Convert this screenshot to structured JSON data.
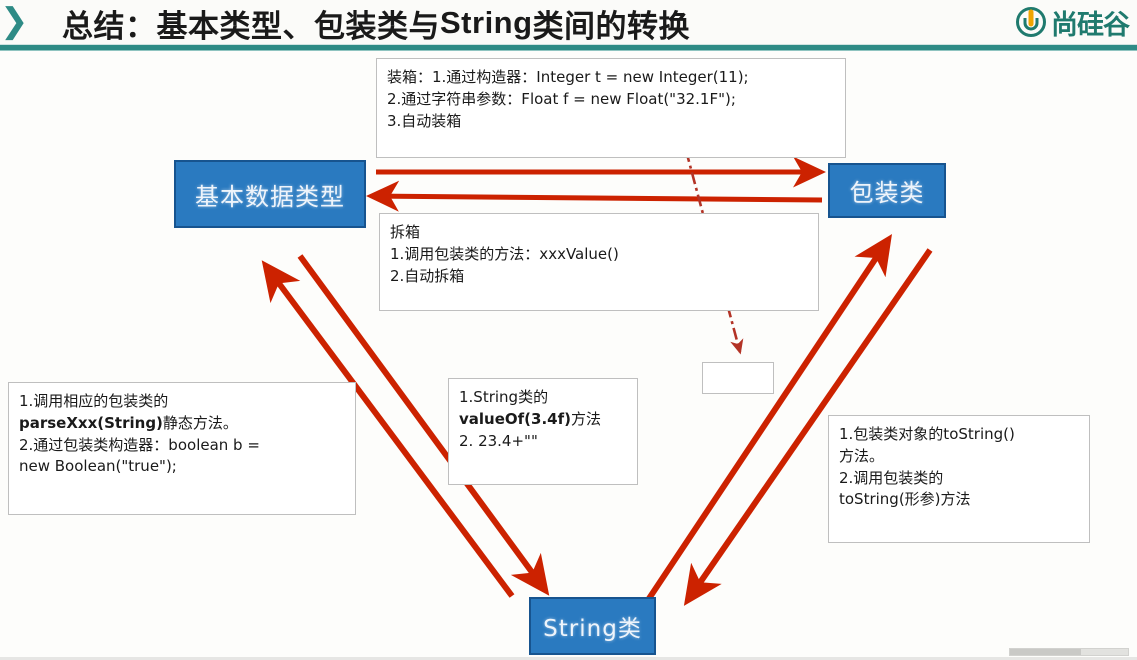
{
  "header": {
    "chevron_icon": "chevron-right-icon",
    "title_prefix": "总结：基本类型、包装类与",
    "title_code": "String",
    "title_suffix": "类间的转换",
    "logo_text": "尚硅谷",
    "logo_mark_icon": "u-logo-icon"
  },
  "nodes": {
    "primitive": "基本数据类型",
    "wrapper": "包装类",
    "string": "String类"
  },
  "callouts": {
    "boxing": {
      "line1": "装箱：1.通过构造器：Integer t = new Integer(11);",
      "line2": "2.通过字符串参数：Float f = new Float(\"32.1F\");",
      "line3": "3.自动装箱"
    },
    "unboxing": {
      "line1": "拆箱",
      "line2": "1.调用包装类的方法：xxxValue()",
      "line3": "2.自动拆箱"
    },
    "parse": {
      "line1": "1.调用相应的包装类的",
      "line2_bold": "parseXxx(String)",
      "line2_rest": "静态方法。",
      "line3": "2.通过包装类构造器：boolean b =",
      "line4": "new Boolean(\"true\");"
    },
    "valueof": {
      "line1": "1.String类的",
      "line2_bold": "valueOf(3.4f)",
      "line2_rest": "方法",
      "line3": "2. 23.4+\"\""
    },
    "tostring": {
      "line1": "1.包装类对象的toString()",
      "line2": "方法。",
      "line3": "2.调用包装类的",
      "line4": "toString(形参)方法"
    },
    "empty": {
      "text": ""
    }
  },
  "colors": {
    "node_fill": "#2a7ac0",
    "node_border": "#17548f",
    "arrow_red": "#cc2200",
    "dashdot_red": "#b33326",
    "header_teal": "#2e8b86",
    "logo_green": "#1f7a6e",
    "logo_orange": "#f0a500"
  },
  "arrows": [
    {
      "name": "primitive-to-wrapper",
      "label": "装箱",
      "from": "基本数据类型",
      "to": "包装类",
      "style": "solid"
    },
    {
      "name": "wrapper-to-primitive",
      "label": "拆箱",
      "from": "包装类",
      "to": "基本数据类型",
      "style": "solid"
    },
    {
      "name": "string-to-primitive",
      "label": "parseXxx",
      "from": "String类",
      "to": "基本数据类型",
      "style": "solid"
    },
    {
      "name": "primitive-to-string",
      "label": "valueOf",
      "from": "基本数据类型",
      "to": "String类",
      "style": "solid"
    },
    {
      "name": "string-to-wrapper",
      "label": "包装类构造器",
      "from": "String类",
      "to": "包装类",
      "style": "solid"
    },
    {
      "name": "wrapper-to-string",
      "label": "toString",
      "from": "包装类",
      "to": "String类",
      "style": "solid"
    },
    {
      "name": "float-string-pointer",
      "label": "",
      "from": "Float 字符串参数",
      "to": "空白框",
      "style": "dash-dot"
    }
  ]
}
